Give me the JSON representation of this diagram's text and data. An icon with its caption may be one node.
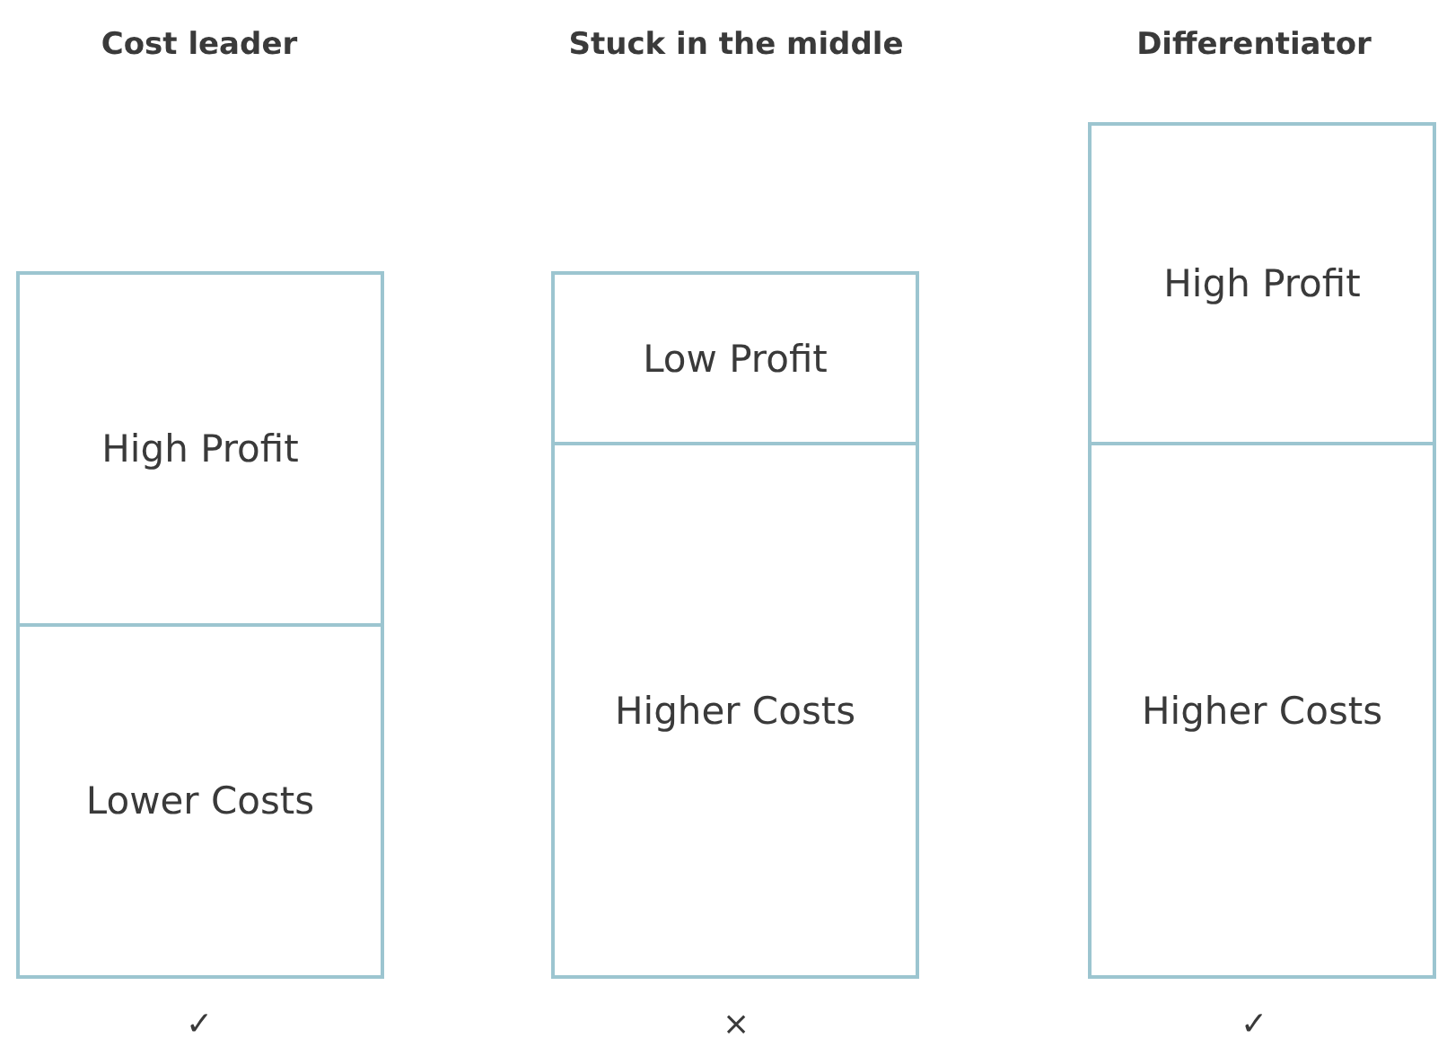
{
  "diagram": {
    "nodes": [
      {
        "text": [
          "High Profit"
        ]
      },
      {
        "text": [
          "Lower Costs"
        ]
      },
      {
        "text": [
          "Low Profit"
        ]
      },
      {
        "text": [
          "Higher Costs"
        ]
      },
      {
        "text": [
          "High Profit"
        ]
      },
      {
        "text": [
          "Higher Costs"
        ]
      }
    ],
    "labels": [
      "Cost leader",
      "Stuck in the middle",
      "Differentiator",
      "✓",
      "×",
      "✓"
    ]
  }
}
